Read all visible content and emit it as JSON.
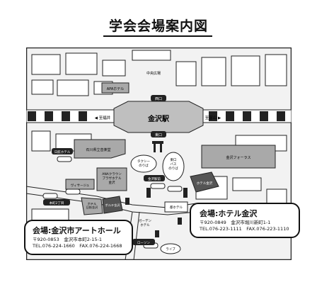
{
  "page": {
    "title": "学会会場案内図"
  },
  "map": {
    "colors": {
      "background": "#f2f2f2",
      "block": "#ffffff",
      "outline": "#222222",
      "station": "#bfbfbf",
      "building": "#a9a9a9",
      "venue": "#555555"
    },
    "labels": {
      "nishi_hiroba": "中央広場",
      "apa_hotel": "APAホテル",
      "west_exit": "西口",
      "east_exit": "東口",
      "station": "金沢駅",
      "to_fukui": "◀ 至福井",
      "to_toyama": "至富山 ▶",
      "ishikawa_sangyo": "石川県立音楽堂",
      "kanazawa_forus": "金沢フォーラス",
      "sanmanno": "日航ホテル",
      "ana_crowne": "ANAクラウン\nプラザホテル\n金沢",
      "viasaju": "ヴィサージュ",
      "taxi": "タクシー\nのりば",
      "bus": "東口\nバス\nのりば",
      "motenashi": "鼓門",
      "hotel_kanazawa_bldg": "ホテル金沢",
      "garden_hotel": "ガーデン\nホテル",
      "hotel_nikko": "ホテル\n日航金沢",
      "mitsui": "ポルテ金沢",
      "kanazawa_hotel": "都ホテル",
      "honmachi_station": "本町2丁目",
      "kanazawa_station_mae": "金沢駅前",
      "life": "ライブ",
      "lawson": "ローソン"
    }
  },
  "venues": {
    "hotel": {
      "name": "会場:ホテル金沢",
      "address": "〒920-0849　金沢市堀川新町1-1",
      "tel": "TEL.076-223-1111　FAX.076-223-1110"
    },
    "art_hall": {
      "name": "会場:金沢市アートホール",
      "address": "〒920-0853　金沢市本町2-15-1",
      "tel": "TEL.076-224-1660　FAX.076-224-1668"
    }
  }
}
